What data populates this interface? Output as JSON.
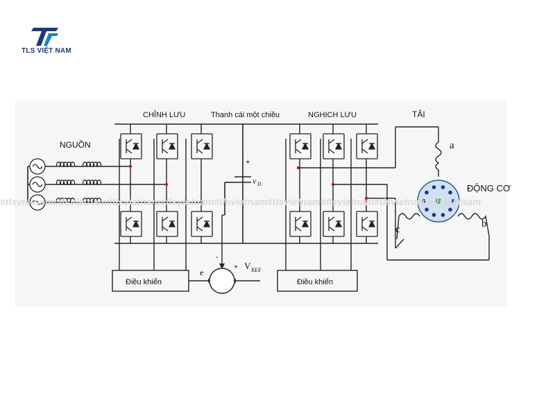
{
  "logo": {
    "text": "TLS VIỆT NAM",
    "colors": {
      "primary": "#1f3a6e",
      "accent": "#1a82c8"
    }
  },
  "watermark": {
    "text": "#tlsvietnam#tlsvietnam#tlsvietnam#tlsvietnam#tlsvietnam#tlsvietnam#tlsvietnam#tlsvietnam#tlsvietnam"
  },
  "diagram": {
    "labels": {
      "source": "NGUỒN",
      "rectifier": "CHỈNH LƯU",
      "dc_bus": "Thanh cái một chiều",
      "inverter": "NGHỊCH LƯU",
      "load": "TẢI",
      "motor": "ĐỘNG CƠ",
      "controller_left": "Điều khiển",
      "controller_right": "Điều khiển",
      "error": "e",
      "vref_main": "V",
      "vref_sub": "REF",
      "vd_main": "v",
      "vd_sub": "D",
      "plus_cap": "+",
      "plus_sum": "+",
      "minus_sum": "-",
      "phase_a": "a",
      "phase_b": "b",
      "phase_c": "c"
    }
  }
}
